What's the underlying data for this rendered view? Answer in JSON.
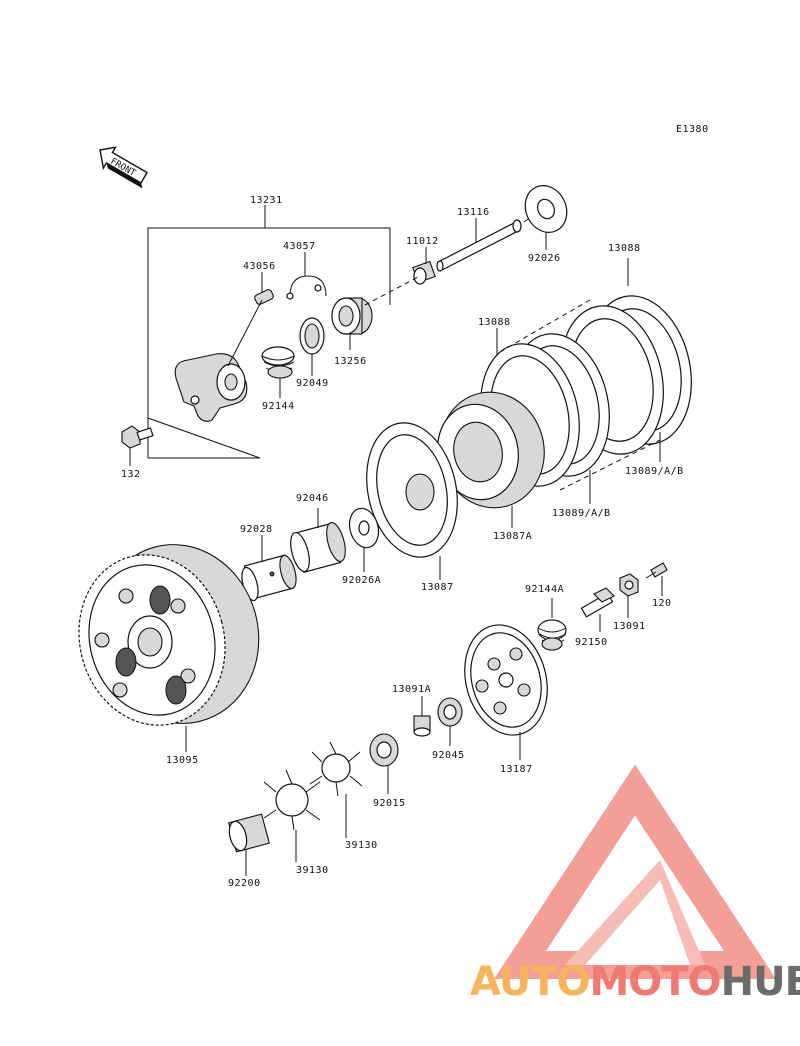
{
  "diagram": {
    "code": "E1380",
    "front_label": "FRONT",
    "labels": {
      "p13231": "13231",
      "p43057": "43057",
      "p43056": "43056",
      "p92049": "92049",
      "p13256": "13256",
      "p92144": "92144",
      "p132": "132",
      "p11012": "11012",
      "p13116": "13116",
      "p92026": "92026",
      "p13088a": "13088",
      "p13088b": "13088",
      "p13089a": "13089/A/B",
      "p13089b": "13089/A/B",
      "p13087A": "13087A",
      "p13087": "13087",
      "p92046": "92046",
      "p92028": "92028",
      "p92026A": "92026A",
      "p92144A": "92144A",
      "p92150": "92150",
      "p13091": "13091",
      "p120": "120",
      "p13095": "13095",
      "p13091A": "13091A",
      "p92045": "92045",
      "p13187": "13187",
      "p92015": "92015",
      "p39130a": "39130",
      "p39130b": "39130",
      "p92200": "92200"
    }
  },
  "watermark": {
    "part1": "AUTO",
    "part2": "MOTO",
    "part3": "HUB",
    "color1": "#f6b45c",
    "color2": "#f07a72",
    "color3": "#6b6b6b",
    "logo_color": "#f28e86"
  }
}
